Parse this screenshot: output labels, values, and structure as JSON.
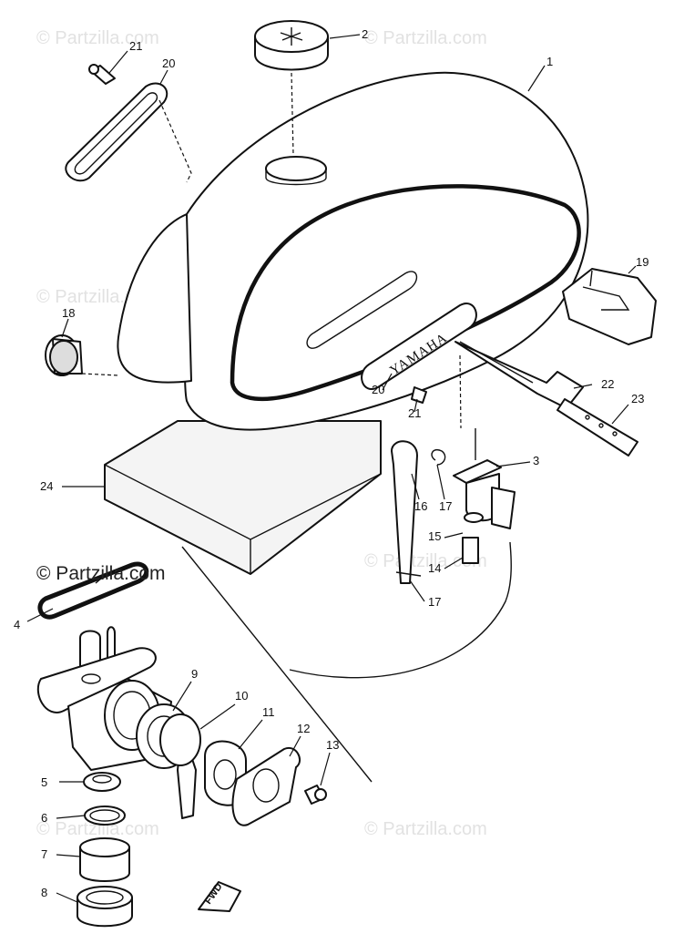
{
  "watermarks": {
    "text": "© Partzilla.com",
    "main": "© Partzilla.com"
  },
  "parts": {
    "p1": "1",
    "p2": "2",
    "p3": "3",
    "p4": "4",
    "p5": "5",
    "p6": "6",
    "p7": "7",
    "p8": "8",
    "p9": "9",
    "p10": "10",
    "p11": "11",
    "p12": "12",
    "p13": "13",
    "p14": "14",
    "p15": "15",
    "p16": "16",
    "p17a": "17",
    "p17b": "17",
    "p18": "18",
    "p19": "19",
    "p20a": "20",
    "p20b": "20",
    "p21a": "21",
    "p21b": "21",
    "p22": "22",
    "p23": "23",
    "p24": "24"
  },
  "emblem_text": "YAMAHA",
  "fwd_text": "FWD"
}
